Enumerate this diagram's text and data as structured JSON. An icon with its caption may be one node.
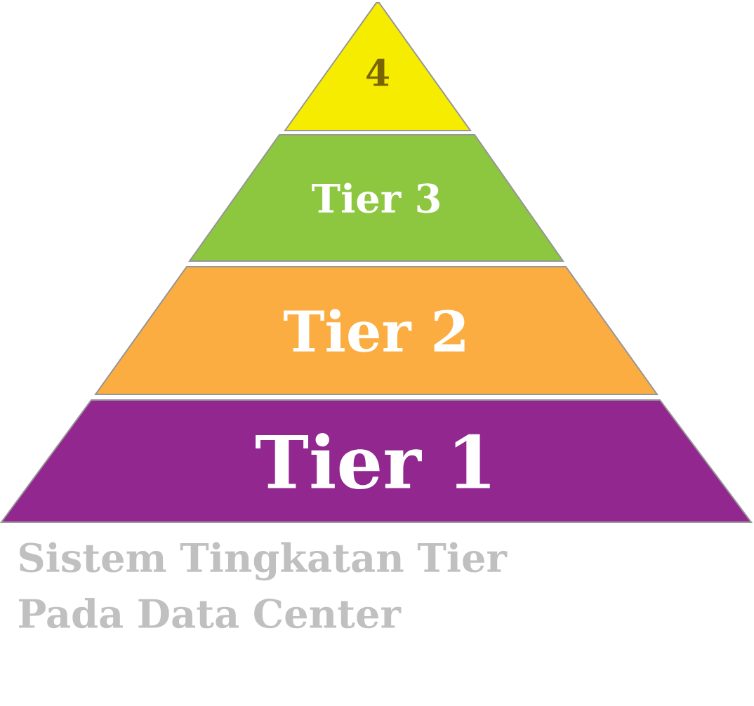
{
  "diagram": {
    "title": "Sistem Tingkatan Tier Pada Data Center",
    "nodes": [
      {
        "text": [
          "4"
        ]
      },
      {
        "text": [
          "Tier 3"
        ]
      },
      {
        "text": [
          "Tier 2"
        ]
      },
      {
        "text": [
          "Tier 1"
        ]
      }
    ]
  }
}
